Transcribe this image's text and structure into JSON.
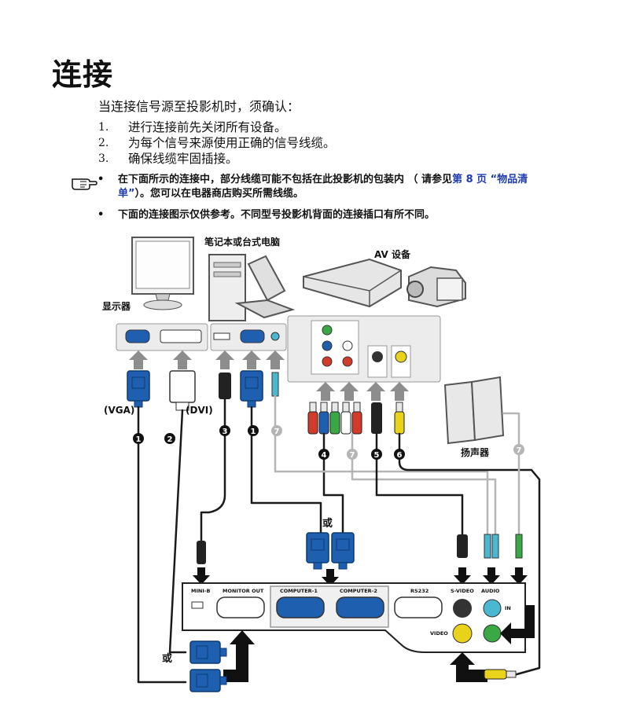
{
  "title": "连接",
  "intro": "当连接信号源至投影机时，须确认：",
  "steps": [
    {
      "num": "1.",
      "text": "进行连接前先关闭所有设备。"
    },
    {
      "num": "2.",
      "text": "为每个信号来源使用正确的信号线缆。"
    },
    {
      "num": "3.",
      "text": "确保线缆牢固插接。"
    }
  ],
  "notes": {
    "note1_line1_a": "在下面所示的连接中，部分线缆可能不包括在此投影机的包装内 （ 请参见",
    "note1_link_a": "第 8 页 “物品清",
    "note1_link_b": "单”",
    "note1_line2_b": "）。您可以在电器商店购买所需线缆。",
    "note2": "下面的连接图示仅供参考。不同型号投影机背面的连接插口有所不同。",
    "bullet_symbol": "•"
  },
  "diagram": {
    "labels": {
      "monitor": "显示器",
      "computer": "笔记本或台式电脑",
      "av": "AV 设备",
      "speakers": "扬声器",
      "vga": "(VGA)",
      "dvi": "(DVI)",
      "or": "或"
    },
    "port_labels": [
      "MINI-B",
      "MONITOR OUT",
      "COMPUTER-1",
      "COMPUTER-2",
      "RS232",
      "S-VIDEO",
      "AUDIO",
      "IN",
      "VIDEO"
    ],
    "cable_numbers": [
      "1",
      "2",
      "3",
      "1",
      "7",
      "4",
      "7",
      "5",
      "6",
      "7"
    ],
    "colors": {
      "vga_blue": "#1f5fb0",
      "cable_black": "#1a1a1a",
      "cable_gray": "#b5b5b5",
      "arrow_gray": "#8d8d8d",
      "panel_bg": "#ececec",
      "red": "#d23a2a",
      "green": "#3aa845",
      "yellow": "#e8d21a",
      "cyan": "#4ab8d0"
    }
  }
}
